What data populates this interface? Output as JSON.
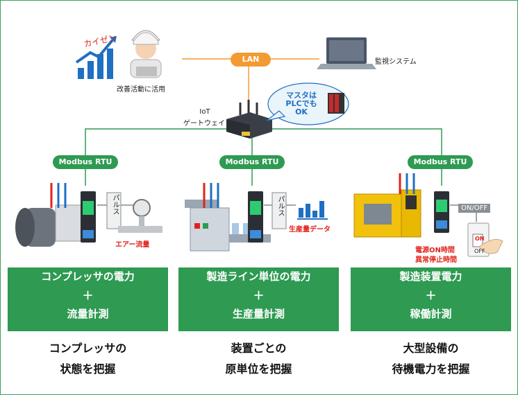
{
  "top": {
    "kaizen_text": "カイゼン",
    "worker_label": "改善活動に活用",
    "lan_label": "LAN",
    "monitor_label": "監視システム",
    "gateway_label_1": "IoT",
    "gateway_label_2": "ゲートウェイ",
    "bubble_lines": [
      "マスタは",
      "PLCでも",
      "OK"
    ]
  },
  "columns": [
    {
      "protocol": "Modbus RTU",
      "signal": "パルス",
      "sensor_label": "エアー流量",
      "box_line1": "コンプレッサの電力",
      "box_plus": "＋",
      "box_line2": "流量計測",
      "caption_line1": "コンプレッサの",
      "caption_line2": "状態を把握"
    },
    {
      "protocol": "Modbus RTU",
      "signal": "パルス",
      "sensor_label": "生産量データ",
      "box_line1": "製造ライン単位の電力",
      "box_plus": "＋",
      "box_line2": "生産量計測",
      "caption_line1": "装置ごとの",
      "caption_line2": "原単位を把握"
    },
    {
      "protocol": "Modbus RTU",
      "signal": "ON/OFF",
      "switch_on": "ON",
      "switch_off": "OFF",
      "sensor_line1": "電源ON時間",
      "sensor_line2": "異常停止時間",
      "box_line1": "製造装置電力",
      "box_plus": "＋",
      "box_line2": "稼働計測",
      "caption_line1": "大型設備の",
      "caption_line2": "待機電力を把握"
    }
  ],
  "colors": {
    "green": "#2e9a52",
    "orange": "#f39a33",
    "red": "#e2231a",
    "blue": "#1f6fc2"
  }
}
